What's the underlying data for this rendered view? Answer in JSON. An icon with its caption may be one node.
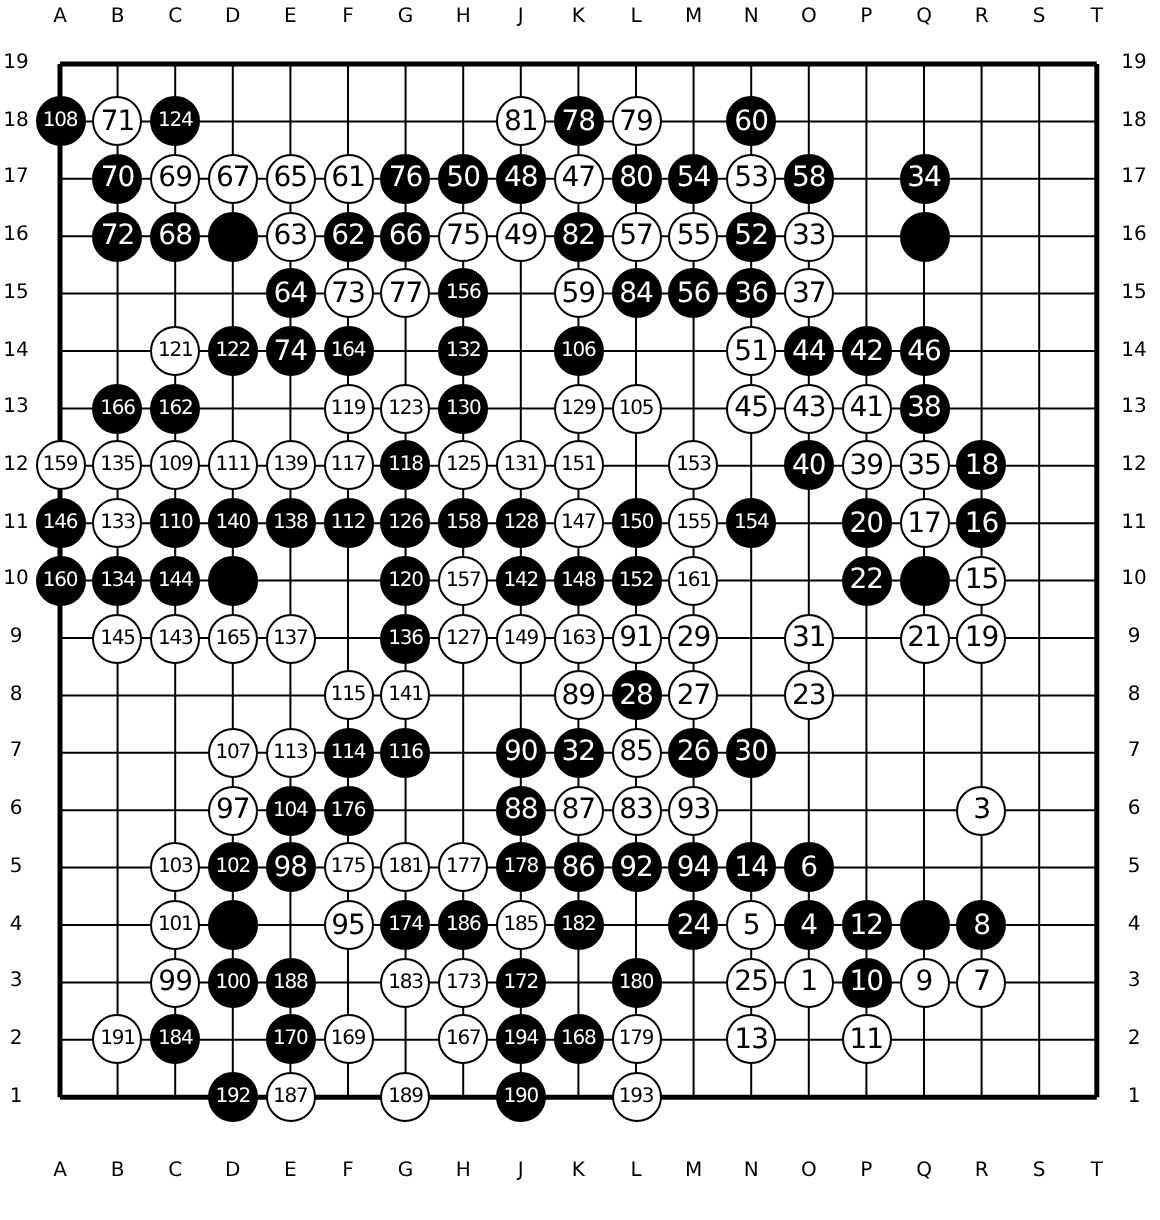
{
  "diagram": {
    "nodes": [
      {
        "text": [
          "108"
        ]
      },
      {
        "text": [
          "71"
        ]
      },
      {
        "text": [
          "124"
        ]
      },
      {
        "text": [
          "81"
        ]
      },
      {
        "text": [
          "78"
        ]
      },
      {
        "text": [
          "79"
        ]
      },
      {
        "text": [
          "60"
        ]
      },
      {
        "text": [
          "70"
        ]
      },
      {
        "text": [
          "69"
        ]
      },
      {
        "text": [
          "67"
        ]
      },
      {
        "text": [
          "65"
        ]
      },
      {
        "text": [
          "61"
        ]
      },
      {
        "text": [
          "76"
        ]
      },
      {
        "text": [
          "50"
        ]
      },
      {
        "text": [
          "48"
        ]
      },
      {
        "text": [
          "47"
        ]
      },
      {
        "text": [
          "80"
        ]
      },
      {
        "text": [
          "54"
        ]
      },
      {
        "text": [
          "53"
        ]
      },
      {
        "text": [
          "58"
        ]
      },
      {
        "text": [
          "34"
        ]
      },
      {
        "text": [
          "72"
        ]
      },
      {
        "text": [
          "68"
        ]
      },
      {
        "text": [],
        "shape": "circle"
      },
      {
        "text": [
          "63"
        ]
      },
      {
        "text": [
          "62"
        ]
      },
      {
        "text": [
          "66"
        ]
      },
      {
        "text": [
          "75"
        ]
      },
      {
        "text": [
          "49"
        ]
      },
      {
        "text": [
          "82"
        ]
      },
      {
        "text": [
          "57"
        ]
      },
      {
        "text": [
          "55"
        ]
      },
      {
        "text": [
          "52"
        ]
      },
      {
        "text": [
          "33"
        ]
      },
      {
        "text": [],
        "shape": "circle"
      },
      {
        "text": [
          "64"
        ]
      },
      {
        "text": [
          "73"
        ]
      },
      {
        "text": [
          "77"
        ]
      },
      {
        "text": [
          "156"
        ]
      },
      {
        "text": [
          "59"
        ]
      },
      {
        "text": [
          "84"
        ]
      },
      {
        "text": [
          "56"
        ]
      },
      {
        "text": [
          "36"
        ]
      },
      {
        "text": [
          "37"
        ]
      },
      {
        "text": [
          "121"
        ]
      },
      {
        "text": [
          "122"
        ]
      },
      {
        "text": [
          "74"
        ]
      },
      {
        "text": [
          "164"
        ]
      },
      {
        "text": [
          "132"
        ]
      },
      {
        "text": [
          "106"
        ]
      },
      {
        "text": [
          "51"
        ]
      },
      {
        "text": [
          "44"
        ]
      },
      {
        "text": [
          "42"
        ]
      },
      {
        "text": [
          "46"
        ]
      },
      {
        "text": [
          "166"
        ]
      },
      {
        "text": [
          "162"
        ]
      },
      {
        "text": [
          "119"
        ]
      },
      {
        "text": [
          "123"
        ]
      },
      {
        "text": [
          "130"
        ]
      },
      {
        "text": [
          "129"
        ]
      },
      {
        "text": [
          "105"
        ]
      },
      {
        "text": [
          "45"
        ]
      },
      {
        "text": [
          "43"
        ]
      },
      {
        "text": [
          "41"
        ]
      },
      {
        "text": [
          "38"
        ]
      },
      {
        "text": [
          "159"
        ]
      },
      {
        "text": [
          "135"
        ]
      },
      {
        "text": [
          "109"
        ]
      },
      {
        "text": [
          "111"
        ]
      },
      {
        "text": [
          "139"
        ]
      },
      {
        "text": [
          "117"
        ]
      },
      {
        "text": [
          "118"
        ]
      },
      {
        "text": [
          "125"
        ]
      },
      {
        "text": [
          "131"
        ]
      },
      {
        "text": [
          "151"
        ]
      },
      {
        "text": [
          "153"
        ]
      },
      {
        "text": [
          "40"
        ]
      },
      {
        "text": [
          "39"
        ]
      },
      {
        "text": [
          "35"
        ]
      },
      {
        "text": [
          "18"
        ]
      },
      {
        "text": [
          "146"
        ]
      },
      {
        "text": [
          "133"
        ]
      },
      {
        "text": [
          "110"
        ]
      },
      {
        "text": [
          "140"
        ]
      },
      {
        "text": [
          "138"
        ]
      },
      {
        "text": [
          "112"
        ]
      },
      {
        "text": [
          "126"
        ]
      },
      {
        "text": [
          "158"
        ]
      },
      {
        "text": [
          "128"
        ]
      },
      {
        "text": [
          "147"
        ]
      },
      {
        "text": [
          "150"
        ]
      },
      {
        "text": [
          "155"
        ]
      },
      {
        "text": [
          "154"
        ]
      },
      {
        "text": [
          "20"
        ]
      },
      {
        "text": [
          "17"
        ]
      },
      {
        "text": [
          "16"
        ]
      },
      {
        "text": [
          "160"
        ]
      },
      {
        "text": [
          "134"
        ]
      },
      {
        "text": [
          "144"
        ]
      },
      {
        "text": [],
        "shape": "circle"
      },
      {
        "text": [
          "120"
        ]
      },
      {
        "text": [
          "157"
        ]
      },
      {
        "text": [
          "142"
        ]
      },
      {
        "text": [
          "148"
        ]
      },
      {
        "text": [
          "152"
        ]
      },
      {
        "text": [
          "161"
        ]
      },
      {
        "text": [
          "22"
        ]
      },
      {
        "text": [],
        "shape": "circle"
      },
      {
        "text": [
          "15"
        ]
      },
      {
        "text": [
          "145"
        ]
      },
      {
        "text": [
          "143"
        ]
      },
      {
        "text": [
          "165"
        ]
      },
      {
        "text": [
          "137"
        ]
      },
      {
        "text": [
          "136"
        ]
      },
      {
        "text": [
          "127"
        ]
      },
      {
        "text": [
          "149"
        ]
      },
      {
        "text": [
          "163"
        ]
      },
      {
        "text": [
          "91"
        ]
      },
      {
        "text": [
          "29"
        ]
      },
      {
        "text": [
          "31"
        ]
      },
      {
        "text": [
          "21"
        ]
      },
      {
        "text": [
          "19"
        ]
      },
      {
        "text": [
          "115"
        ]
      },
      {
        "text": [
          "141"
        ]
      },
      {
        "text": [
          "89"
        ]
      },
      {
        "text": [
          "28"
        ]
      },
      {
        "text": [
          "27"
        ]
      },
      {
        "text": [
          "23"
        ]
      },
      {
        "text": [
          "107"
        ]
      },
      {
        "text": [
          "113"
        ]
      },
      {
        "text": [
          "114"
        ]
      },
      {
        "text": [
          "116"
        ]
      },
      {
        "text": [
          "90"
        ]
      },
      {
        "text": [
          "32"
        ]
      },
      {
        "text": [
          "85"
        ]
      },
      {
        "text": [
          "26"
        ]
      },
      {
        "text": [
          "30"
        ]
      },
      {
        "text": [
          "97"
        ]
      },
      {
        "text": [
          "104"
        ]
      },
      {
        "text": [
          "176"
        ]
      },
      {
        "text": [
          "88"
        ]
      },
      {
        "text": [
          "87"
        ]
      },
      {
        "text": [
          "83"
        ]
      },
      {
        "text": [
          "93"
        ]
      },
      {
        "text": [
          "3"
        ]
      },
      {
        "text": [
          "103"
        ]
      },
      {
        "text": [
          "102"
        ]
      },
      {
        "text": [
          "98"
        ]
      },
      {
        "text": [
          "175"
        ]
      },
      {
        "text": [
          "181"
        ]
      },
      {
        "text": [
          "177"
        ]
      },
      {
        "text": [
          "178"
        ]
      },
      {
        "text": [
          "86"
        ]
      },
      {
        "text": [
          "92"
        ]
      },
      {
        "text": [
          "94"
        ]
      },
      {
        "text": [
          "14"
        ]
      },
      {
        "text": [
          "6"
        ]
      },
      {
        "text": [
          "101"
        ]
      },
      {
        "text": [],
        "shape": "circle"
      },
      {
        "text": [
          "95"
        ]
      },
      {
        "text": [
          "174"
        ]
      },
      {
        "text": [
          "186"
        ]
      },
      {
        "text": [
          "185"
        ]
      },
      {
        "text": [
          "182"
        ]
      },
      {
        "text": [
          "24"
        ]
      },
      {
        "text": [
          "5"
        ]
      },
      {
        "text": [
          "4"
        ]
      },
      {
        "text": [
          "12"
        ]
      },
      {
        "text": [],
        "shape": "circle"
      },
      {
        "text": [
          "8"
        ]
      },
      {
        "text": [
          "99"
        ]
      },
      {
        "text": [
          "100"
        ]
      },
      {
        "text": [
          "188"
        ]
      },
      {
        "text": [
          "183"
        ]
      },
      {
        "text": [
          "173"
        ]
      },
      {
        "text": [
          "172"
        ]
      },
      {
        "text": [
          "180"
        ]
      },
      {
        "text": [
          "25"
        ]
      },
      {
        "text": [
          "1"
        ]
      },
      {
        "text": [
          "10"
        ]
      },
      {
        "text": [
          "9"
        ]
      },
      {
        "text": [
          "7"
        ]
      },
      {
        "text": [
          "191"
        ]
      },
      {
        "text": [
          "184"
        ]
      },
      {
        "text": [
          "170"
        ]
      },
      {
        "text": [
          "169"
        ]
      },
      {
        "text": [
          "167"
        ]
      },
      {
        "text": [
          "194"
        ]
      },
      {
        "text": [
          "168"
        ]
      },
      {
        "text": [
          "179"
        ]
      },
      {
        "text": [
          "13"
        ]
      },
      {
        "text": [
          "11"
        ]
      },
      {
        "text": [
          "192"
        ]
      },
      {
        "text": [
          "187"
        ]
      },
      {
        "text": [
          "189"
        ]
      },
      {
        "text": [
          "190"
        ]
      },
      {
        "text": [
          "193"
        ]
      }
    ],
    "labels": [
      "A",
      "B",
      "C",
      "D",
      "E",
      "F",
      "G",
      "H",
      "J",
      "K",
      "L",
      "M",
      "N",
      "O",
      "P",
      "Q",
      "R",
      "S",
      "T",
      "19",
      "19",
      "18",
      "18",
      "17",
      "17",
      "16",
      "16",
      "15",
      "15",
      "14",
      "14",
      "13",
      "13",
      "12",
      "12",
      "11",
      "11",
      "10",
      "10",
      "9",
      "9",
      "8",
      "8",
      "7",
      "7",
      "6",
      "6",
      "5",
      "5",
      "4",
      "4",
      "3",
      "3",
      "2",
      "2",
      "1",
      "1",
      "A",
      "B",
      "C",
      "D",
      "E",
      "F",
      "G",
      "H",
      "J",
      "K",
      "L",
      "M",
      "N",
      "O",
      "P",
      "Q",
      "R",
      "S",
      "T"
    ]
  }
}
